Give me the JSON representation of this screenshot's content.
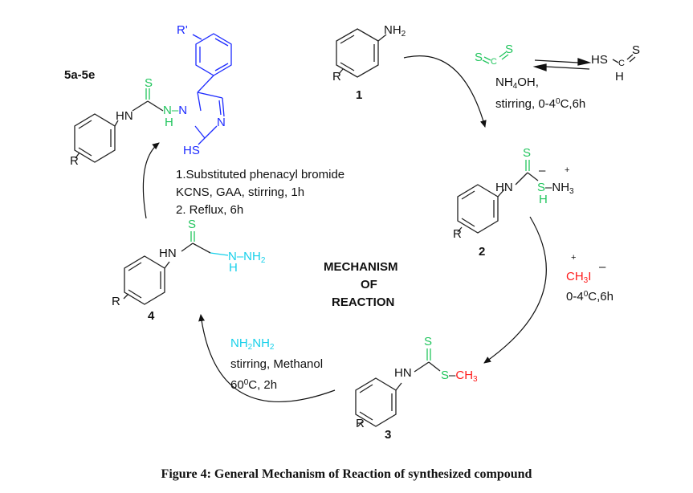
{
  "compounds": {
    "c1_nh2": "NH2",
    "c1_r": "R",
    "c1_number": "1",
    "c2_number": "2",
    "c2_hn": "HN",
    "c2_r": "R",
    "c3_number": "3",
    "c3_hn": "HN",
    "c3_r": "R",
    "c3_sch3": "S–CH3",
    "c4_number": "4",
    "c4_hn": "HN",
    "c4_r": "R",
    "c4_nnh2": "N–NH2",
    "c4_h": "H",
    "c5_label": "5a-5e",
    "c5_hn": "HN",
    "c5_r": "R",
    "c5_rprime": "R'",
    "c5_nn": "N–N",
    "c5_h": "H",
    "c5_n": "N",
    "c5_hs": "HS",
    "s_label": "S"
  },
  "reagents": {
    "cs2_left": "S",
    "cs2_c": "C",
    "cs2_right": "S",
    "hs_label": "HS",
    "hs_c": "C",
    "hs_h": "H",
    "step1_line1": "NH4OH,",
    "step1_line2": "stirring, 0-4⁰C,6h",
    "step2_plus": "+",
    "step2_reagent": "CH3I",
    "step2_minus": "–",
    "step2_cond": "0-4⁰C,6h",
    "step3_reagent": "NH2NH2",
    "step3_line1": "stirring, Methanol",
    "step3_line2": "60⁰C, 2h",
    "step4_line1": "1.Substituted phenacyl bromide",
    "step4_line2": "KCNS, GAA, stirring, 1h",
    "step4_line3": "2. Reflux, 6h",
    "c2_s_nh3": "S–NH3",
    "c2_minus": "–",
    "c2_plus": "+",
    "c2_h": "H"
  },
  "center": {
    "line1": "MECHANISM",
    "line2": "OF",
    "line3": "REACTION"
  },
  "caption": "Figure 4: General Mechanism of Reaction of synthesized compound",
  "colors": {
    "green": "#22c55e",
    "blue": "#1d2bff",
    "cyan": "#16d0ea",
    "red": "#ff1a1a"
  }
}
